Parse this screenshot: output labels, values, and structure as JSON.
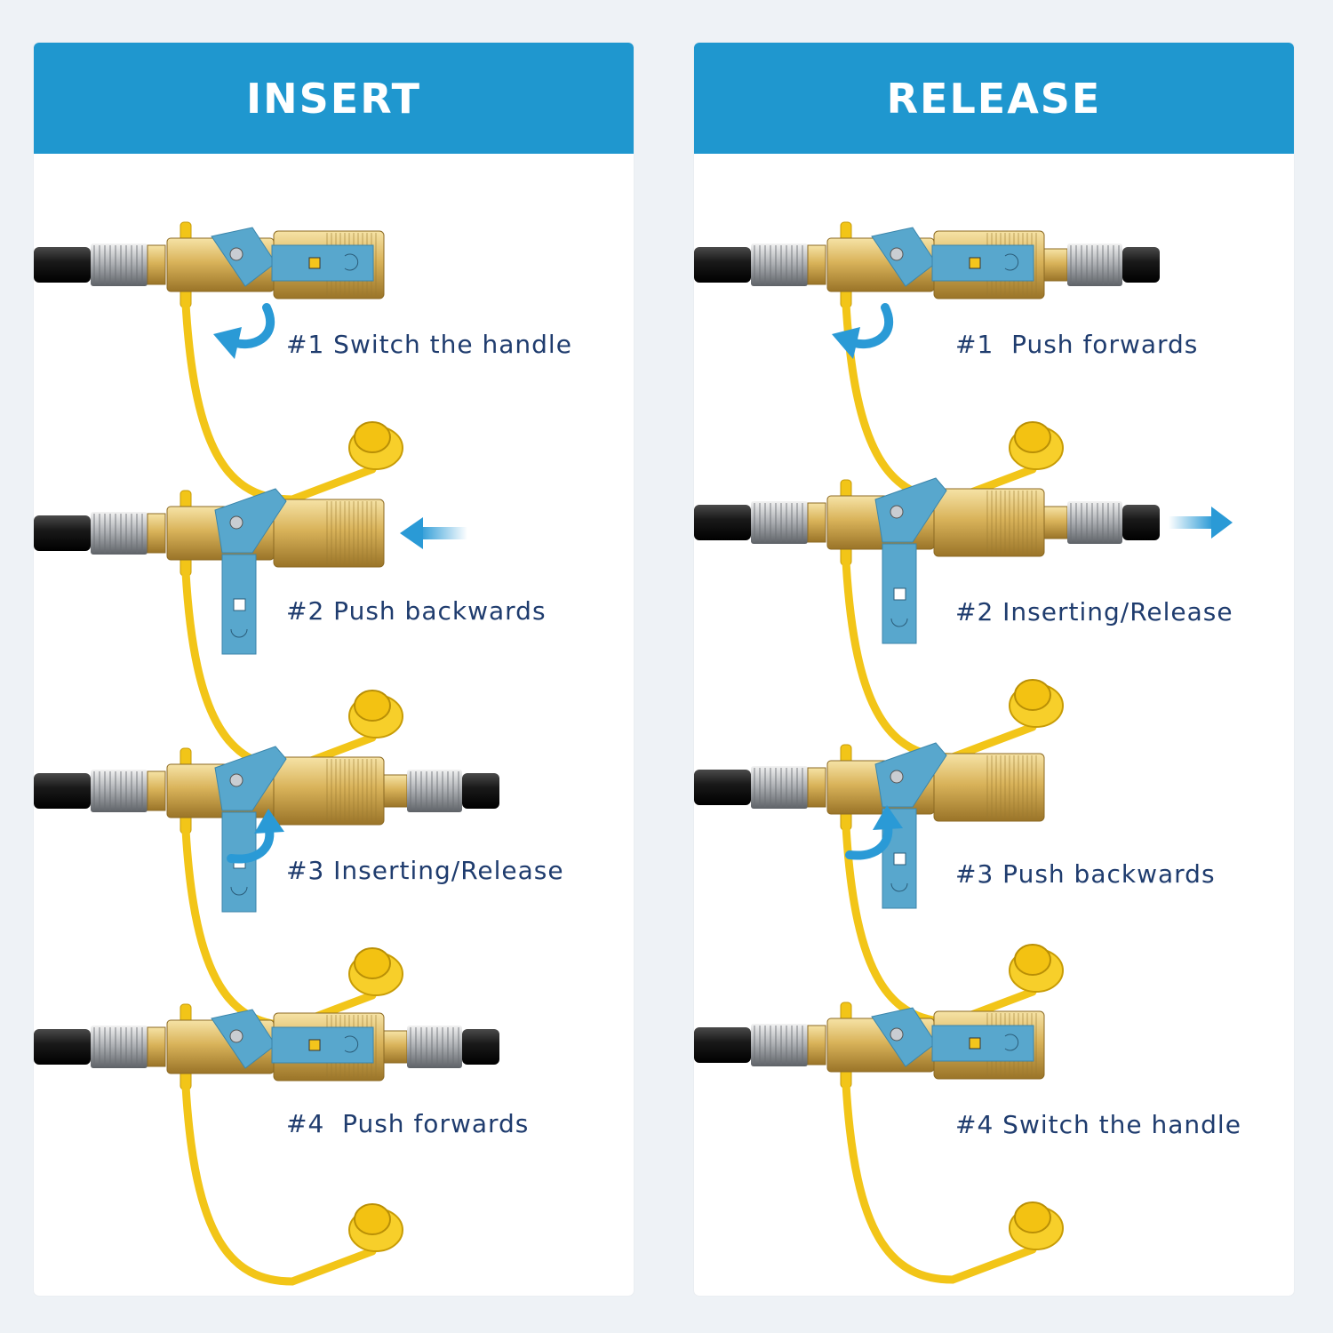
{
  "colors": {
    "header": "#1f97cf",
    "text": "#1f3c6e",
    "arrow": "#2a9ad6",
    "brass": "#d9b35a",
    "cap": "#f2c518",
    "hose": "#1a1a1a",
    "handle": "#58a7cd"
  },
  "insert": {
    "title": "INSERT",
    "steps": [
      {
        "label": "#1 Switch the handle",
        "handle": "open",
        "plug": false,
        "arrow": "curl-down"
      },
      {
        "label": "#2 Push backwards",
        "handle": "closed",
        "plug": false,
        "arrow": "left"
      },
      {
        "label": "#3 Inserting/Release",
        "handle": "closed",
        "plug": true,
        "arrow": "curl-up"
      },
      {
        "label": "#4  Push forwards",
        "handle": "open",
        "plug": true,
        "arrow": "none"
      }
    ]
  },
  "release": {
    "title": "RELEASE",
    "steps": [
      {
        "label": "#1  Push forwards",
        "handle": "open",
        "plug": true,
        "arrow": "curl-down"
      },
      {
        "label": "#2 Inserting/Release",
        "handle": "closed",
        "plug": true,
        "arrow": "right"
      },
      {
        "label": "#3 Push backwards",
        "handle": "closed",
        "plug": false,
        "arrow": "curl-up"
      },
      {
        "label": "#4 Switch the handle",
        "handle": "open",
        "plug": false,
        "arrow": "none"
      }
    ]
  }
}
